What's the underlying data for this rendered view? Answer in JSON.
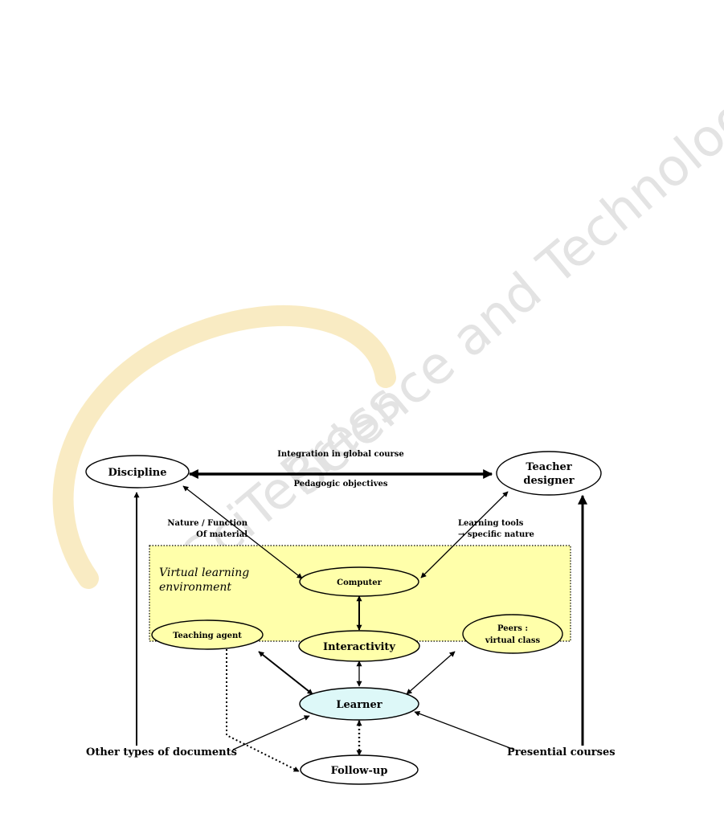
{
  "watermark": {
    "brand": "SciTePress",
    "tagline": "Science and Technology Publications",
    "colors": {
      "ring": "#f8e8b8",
      "letters": "#e4e4e4"
    }
  },
  "diagram": {
    "environment": {
      "label_line1": "Virtual learning",
      "label_line2": "environment",
      "fill": "#ffffaa",
      "label_color": "#000080"
    },
    "nodes": {
      "discipline": "Discipline",
      "teacher_line1": "Teacher",
      "teacher_line2": "designer",
      "computer": "Computer",
      "interactivity": "Interactivity",
      "teaching_agent": "Teaching agent",
      "peers_line1": "Peers :",
      "peers_line2": "virtual class",
      "learner": "Learner",
      "follow_up": "Follow-up",
      "yellow_fill": "#ffffaa",
      "learner_fill": "#ddf8f8"
    },
    "labels": {
      "integration": "Integration in global course",
      "pedagogic": "Pedagogic objectives",
      "nature_line1": "Nature / Function",
      "nature_line2": "Of material",
      "tools_line1": "Learning tools",
      "tools_line2": "→ specific nature",
      "other_docs": "Other types of documents",
      "presential": "Presential courses"
    }
  }
}
